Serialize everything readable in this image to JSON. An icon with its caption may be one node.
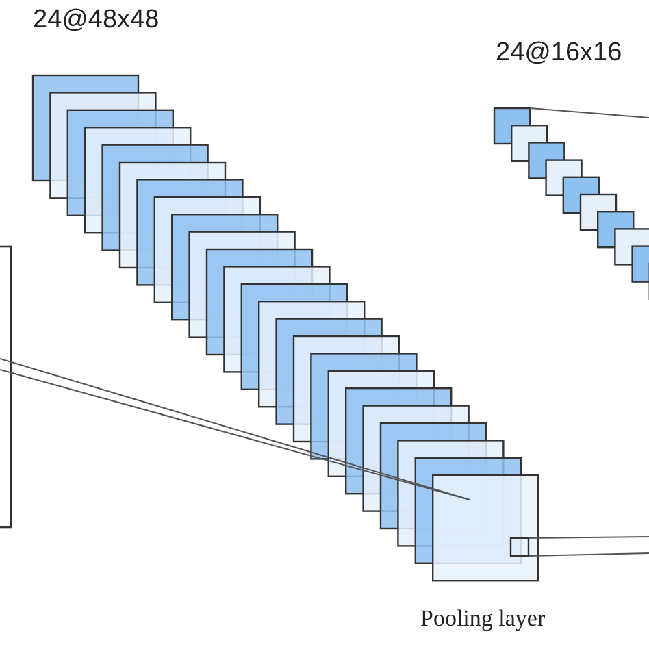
{
  "diagram": {
    "labels": [
      "24@48x48",
      "24@16x16",
      "Pooling layer"
    ]
  }
}
